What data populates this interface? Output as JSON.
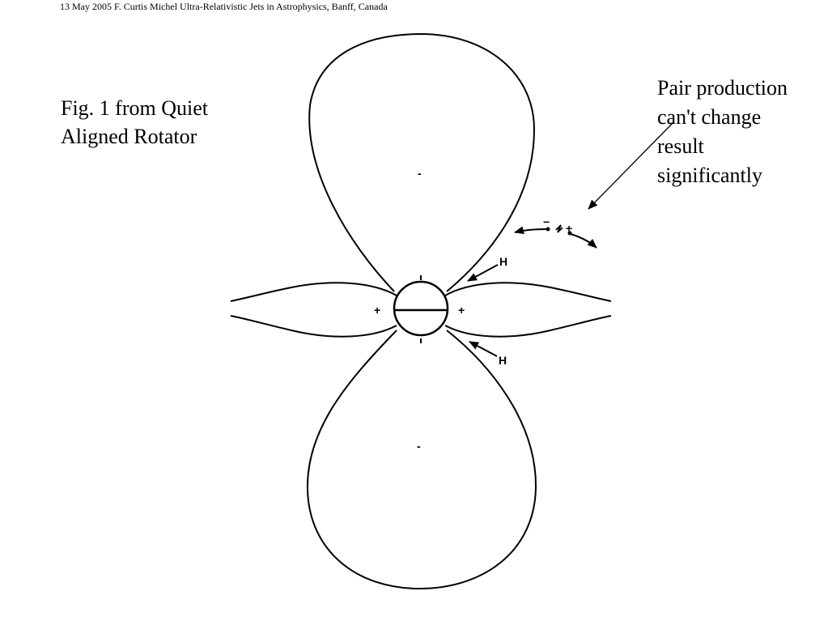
{
  "header": {
    "text": "13 May 2005 F. Curtis Michel Ultra-Relativistic Jets in Astrophysics, Banff, Canada"
  },
  "caption": {
    "lines": [
      "Fig. 1 from Quiet",
      "Aligned Rotator"
    ]
  },
  "note": {
    "lines": [
      "Pair production",
      "can't change",
      "result",
      "significantly"
    ]
  },
  "diagram": {
    "labels": {
      "top_lobe_sign": "-",
      "bottom_lobe_sign": "-",
      "left_lobe_sign": "+",
      "right_lobe_sign": "+",
      "pair_minus": "−",
      "pair_plus": "+",
      "upper_arrow_label": "H",
      "lower_arrow_label": "H"
    }
  }
}
